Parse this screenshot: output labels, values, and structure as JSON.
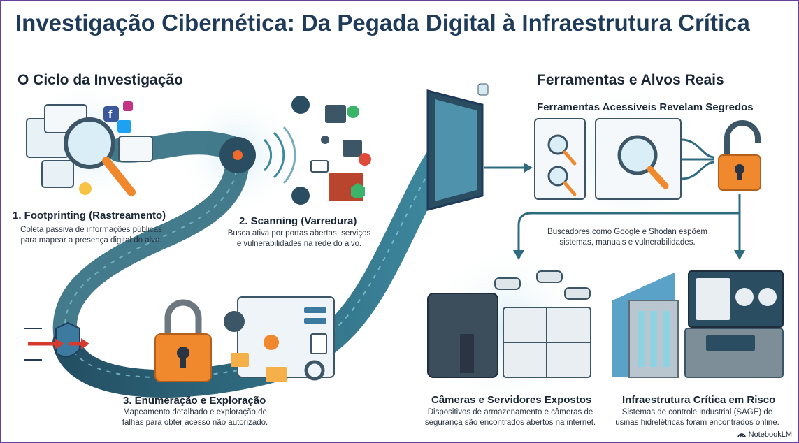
{
  "title": "Investigação Cibernética: Da Pegada Digital à Infraestrutura Crítica",
  "cycle": {
    "heading": "O Ciclo da Investigação",
    "steps": [
      {
        "title": "1. Footprinting (Rastreamento)",
        "desc_line1": "Coleta passiva de informações públicas",
        "desc_line2": "para mapear a presença digital do alvo."
      },
      {
        "title": "2. Scanning (Varredura)",
        "desc_line1": "Busca ativa por portas abertas, serviços",
        "desc_line2": "e vulnerabilidades na rede do alvo."
      },
      {
        "title": "3. Enumeração e Exploração",
        "desc_line1": "Mapeamento detalhado e exploração de",
        "desc_line2": "falhas para obter acesso não autorizado."
      }
    ]
  },
  "tools": {
    "heading": "Ferramentas e Alvos Reais",
    "subheading": "Ferramentas Acessíveis Revelam Segredos",
    "search_note_line1": "Buscadores como Google e Shodan espõem",
    "search_note_line2": "sistemas, manuais e vulnerabilidades.",
    "targets": [
      {
        "title": "Câmeras e Servidores Expostos",
        "desc_line1": "Dispositivos de armazenamento e câmeras de",
        "desc_line2": "segurança são encontrados abertos na internet."
      },
      {
        "title": "Infraestrutura Crítica em Risco",
        "desc_line1": "Sistemas de controle industrial (SAGE) de",
        "desc_line2": "usinas hidrelétricas foram encontrados online."
      }
    ]
  },
  "brand": "NotebookLM",
  "colors": {
    "title": "#1f3b5a",
    "path": "#2f6b80",
    "accent_orange": "#f0892e",
    "frame": "#6b3fa0"
  }
}
